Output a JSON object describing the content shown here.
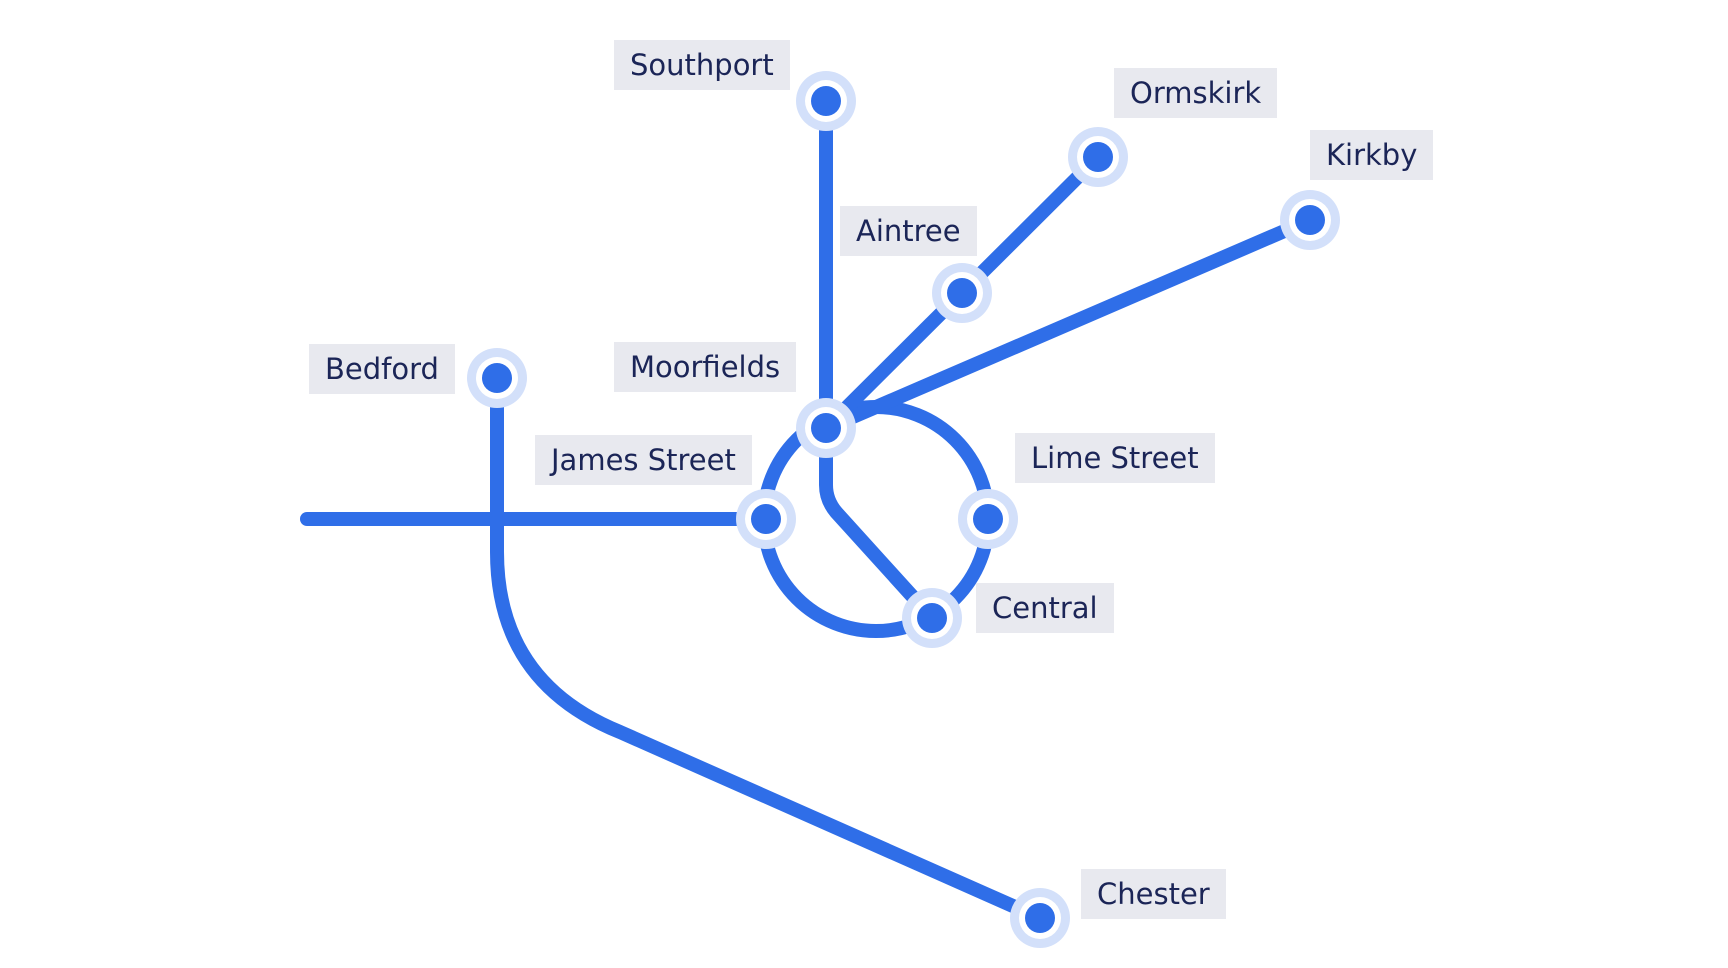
{
  "colors": {
    "line": "#2f6ee8",
    "station_fill": "#2f6ee8",
    "station_ring": "#ffffff",
    "station_halo": "#d3e0fa",
    "label_bg": "#e8e9ef",
    "label_text": "#1b2557"
  },
  "stations": {
    "southport": "Southport",
    "ormskirk": "Ormskirk",
    "kirkby": "Kirkby",
    "aintree": "Aintree",
    "bedford": "Bedford",
    "moorfields": "Moorfields",
    "james_street": "James Street",
    "lime_street": "Lime Street",
    "central": "Central",
    "chester": "Chester"
  }
}
